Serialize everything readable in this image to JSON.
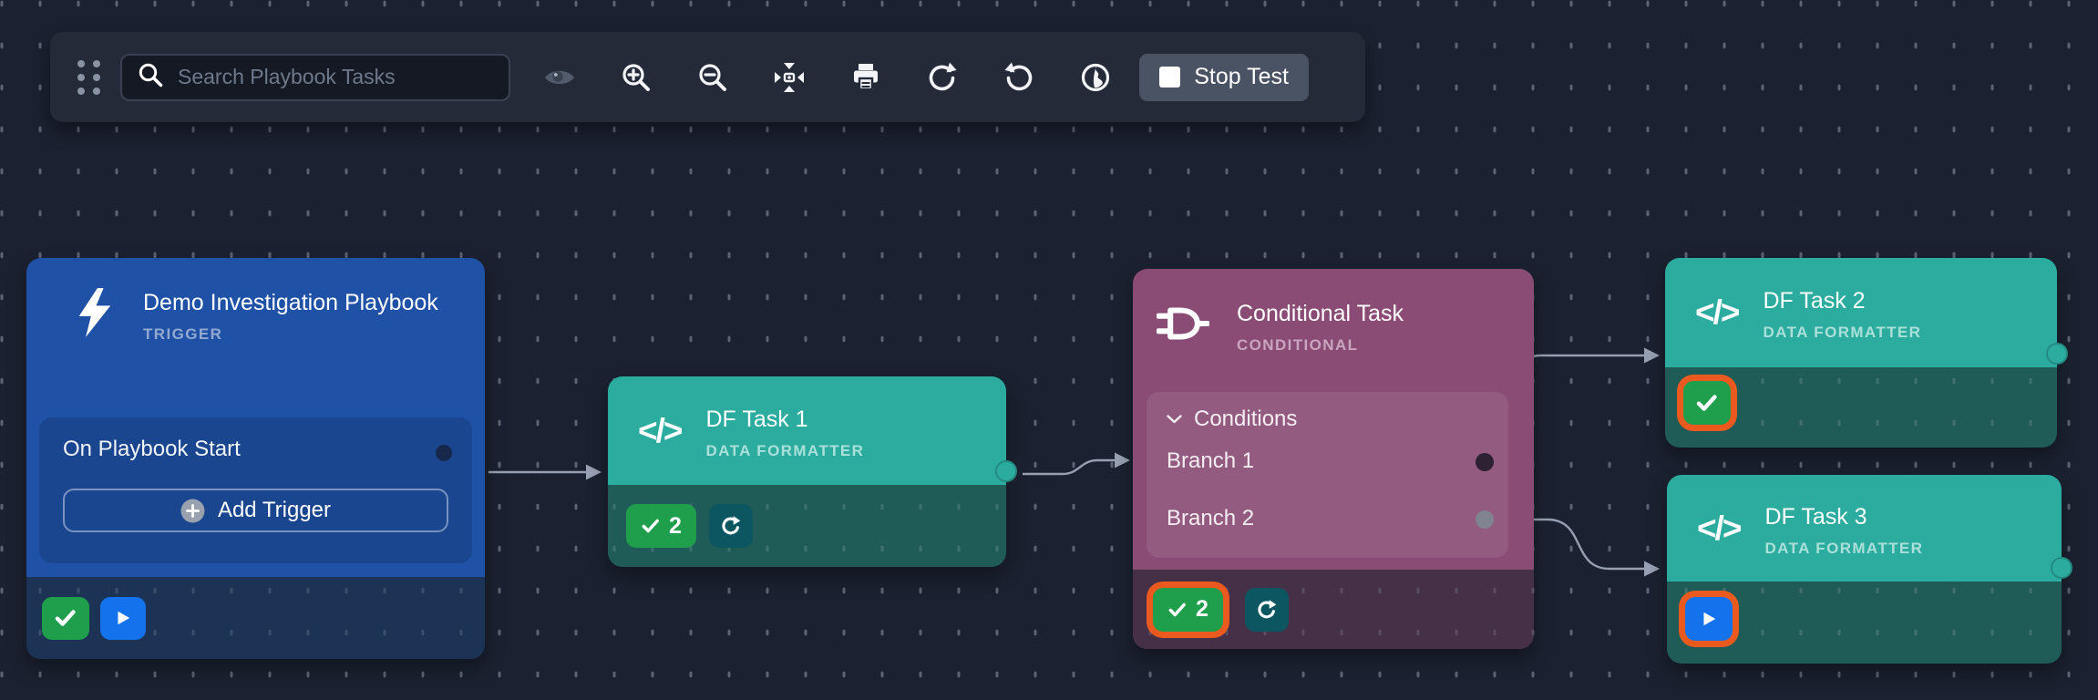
{
  "toolbar": {
    "search": {
      "placeholder": "Search Playbook Tasks",
      "value": ""
    },
    "icon_buttons": [
      "drag-handle",
      "visibility-eye",
      "zoom-in",
      "zoom-out",
      "fit-view",
      "print",
      "redo",
      "undo",
      "globe"
    ],
    "stop_test": {
      "label": "Stop Test"
    }
  },
  "canvas": {
    "nodes": {
      "trigger": {
        "title": "Demo Investigation Playbook",
        "type": "TRIGGER",
        "event_label": "On Playbook Start",
        "add_trigger_label": "Add Trigger",
        "status_icons": [
          "success-check",
          "run-play"
        ]
      },
      "df1": {
        "title": "DF Task 1",
        "type": "DATA FORMATTER",
        "success_count": "2",
        "status_icons": [
          "success-check-count",
          "rerun"
        ]
      },
      "conditional": {
        "title": "Conditional Task",
        "type": "CONDITIONAL",
        "conditions_label": "Conditions",
        "branch1": "Branch 1",
        "branch2": "Branch 2",
        "success_count": "2",
        "status_icons": [
          "success-check-count-highlighted",
          "rerun"
        ]
      },
      "df2": {
        "title": "DF Task 2",
        "type": "DATA FORMATTER",
        "status_icons": [
          "success-check-highlighted"
        ]
      },
      "df3": {
        "title": "DF Task 3",
        "type": "DATA FORMATTER",
        "status_icons": [
          "run-play-highlighted"
        ]
      }
    },
    "edges": [
      "trigger -> df1",
      "df1 -> conditional",
      "conditional.branch1 -> df2",
      "conditional.branch2 -> df3"
    ]
  },
  "colors": {
    "canvas_bg": "#1b2130",
    "toolbar_bg": "#242a37",
    "stop_button_bg": "#4a5363",
    "trigger_node": "#1f51a6",
    "trigger_footer": "#1d3355",
    "formatter_node": "#2bac9f",
    "formatter_footer": "#205c57",
    "conditional_node": "#8a4b74",
    "conditional_footer": "#453048",
    "success_green": "#1f9e4b",
    "run_blue": "#1472ec",
    "rerun_teal": "#0c5662",
    "highlight_orange": "#ea5a1f",
    "edge_gray": "#97a0b2"
  }
}
